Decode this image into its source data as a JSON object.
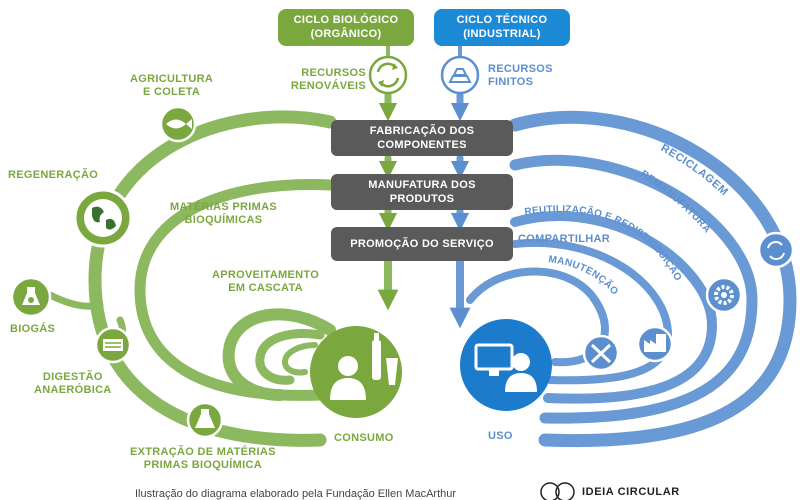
{
  "header": {
    "bio_title": "CICLO BIOLÓGICO",
    "bio_subtitle": "(ORGÂNICO)",
    "tech_title": "CICLO TÉCNICO",
    "tech_subtitle": "(INDUSTRIAL)"
  },
  "inputs": {
    "renewable_1": "RECURSOS",
    "renewable_2": "RENOVÁVEIS",
    "finite_1": "RECURSOS",
    "finite_2": "FINITOS"
  },
  "process": [
    {
      "line1": "FABRICAÇÃO DOS",
      "line2": "COMPONENTES"
    },
    {
      "line1": "MANUFATURA DOS",
      "line2": "PRODUTOS"
    },
    {
      "line1": "PROMOÇÃO DO SERVIÇO",
      "line2": ""
    }
  ],
  "biological": {
    "agricultura_1": "AGRICULTURA",
    "agricultura_2": "E COLETA",
    "regeneracao": "REGENERAÇÃO",
    "materias_1": "MATÉRIAS PRIMAS",
    "materias_2": "BIOQUÍMICAS",
    "cascata_1": "APROVEITAMENTO",
    "cascata_2": "EM CASCATA",
    "biogas": "BIOGÁS",
    "digestao_1": "DIGESTÃO",
    "digestao_2": "ANAERÓBICA",
    "extracao_1": "EXTRAÇÃO DE MATÉRIAS",
    "extracao_2": "PRIMAS BIOQUÍMICA",
    "consumo": "CONSUMO"
  },
  "technical": {
    "reciclagem": "RECICLAGEM",
    "remanufatura": "REMANUFATURA",
    "reutilizacao": "REUTILIZAÇÃO E REDISTRIBUIÇÃO",
    "compartilhar": "COMPARTILHAR",
    "manutencao": "MANUTENÇÃO",
    "uso": "USO"
  },
  "footer": {
    "credit": "Ilustração do diagrama elaborado pela Fundação Ellen MacArthur",
    "brand": "IDEIA CIRCULAR"
  },
  "colors": {
    "green": "#7aa83f",
    "blue": "#5b8fcf",
    "dark_box": "#5a5a5a"
  },
  "icons": [
    "recycle-icon",
    "gold-bars-icon",
    "fish-icon",
    "globe-icon",
    "biogas-flask-icon",
    "digester-icon",
    "flask-icon",
    "bottle-icon",
    "consumer-person-icon",
    "computer-icon",
    "tools-icon",
    "factory-icon",
    "gear-icon",
    "recycle-icon"
  ]
}
